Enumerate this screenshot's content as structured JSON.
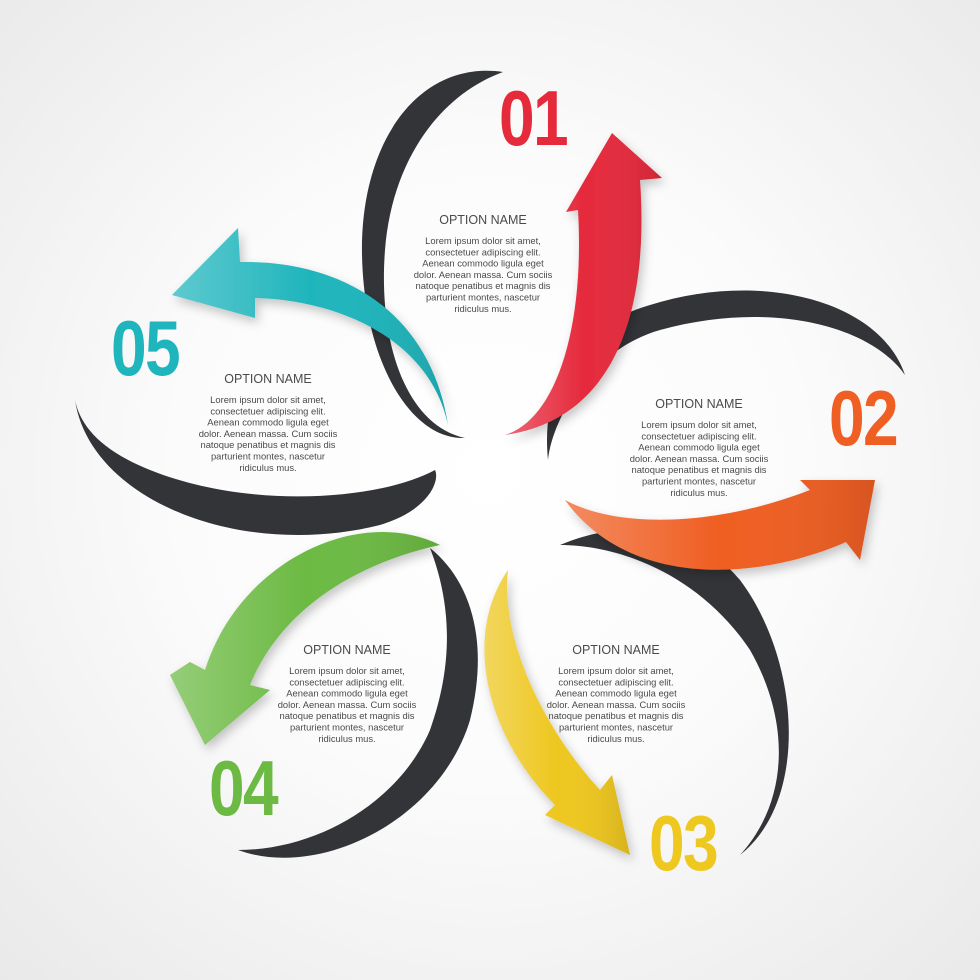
{
  "steps": [
    {
      "number": "01",
      "color": "#e52a3c",
      "title": "OPTION NAME",
      "body": [
        "Lorem ipsum dolor sit amet,",
        "consectetuer adipiscing elit.",
        "Aenean commodo ligula eget",
        "dolor. Aenean massa. Cum sociis",
        "natoque penatibus et magnis dis",
        "parturient montes, nascetur",
        "ridiculus mus."
      ]
    },
    {
      "number": "02",
      "color": "#ef5e22",
      "title": "OPTION NAME",
      "body": [
        "Lorem ipsum dolor sit amet,",
        "consectetuer adipiscing elit.",
        "Aenean commodo ligula eget",
        "dolor. Aenean massa. Cum sociis",
        "natoque penatibus et magnis dis",
        "parturient montes, nascetur",
        "ridiculus mus."
      ]
    },
    {
      "number": "03",
      "color": "#eec71f",
      "title": "OPTION NAME",
      "body": [
        "Lorem ipsum dolor sit amet,",
        "consectetuer adipiscing elit.",
        "Aenean commodo ligula eget",
        "dolor. Aenean massa. Cum sociis",
        "natoque penatibus et magnis dis",
        "parturient montes, nascetur",
        "ridiculus mus."
      ]
    },
    {
      "number": "04",
      "color": "#6cba43",
      "title": "OPTION NAME",
      "body": [
        "Lorem ipsum dolor sit amet,",
        "consectetuer adipiscing elit.",
        "Aenean commodo ligula eget",
        "dolor. Aenean massa. Cum sociis",
        "natoque penatibus et magnis dis",
        "parturient montes, nascetur",
        "ridiculus mus."
      ]
    },
    {
      "number": "05",
      "color": "#1fb5bc",
      "title": "OPTION NAME",
      "body": [
        "Lorem ipsum dolor sit amet,",
        "consectetuer adipiscing elit.",
        "Aenean commodo ligula eget",
        "dolor. Aenean massa. Cum sociis",
        "natoque penatibus et magnis dis",
        "parturient montes, nascetur",
        "ridiculus mus."
      ]
    }
  ],
  "ring_color": "#333438"
}
